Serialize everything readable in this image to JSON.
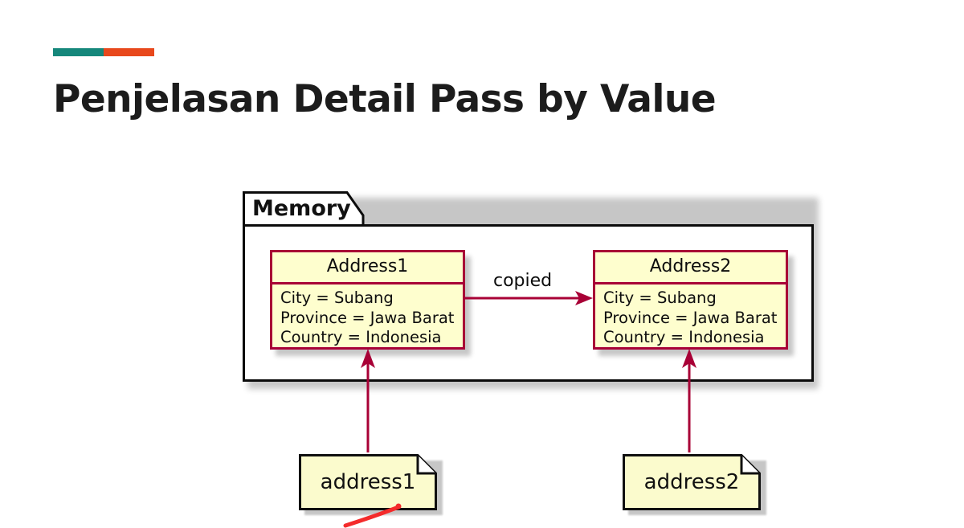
{
  "slide": {
    "title": "Penjelasan Detail Pass by Value",
    "accent_colors": {
      "left": "#15877B",
      "right": "#E8481C"
    },
    "background": "#FFFFFF"
  },
  "diagram": {
    "type": "uml-object-diagram",
    "package": {
      "name": "Memory",
      "border_color": "#0B0B0B",
      "fill": "#FFFFFF"
    },
    "objects": [
      {
        "id": "address1",
        "title": "Address1",
        "fill": "#FEFECE",
        "border_color": "#A80036",
        "attributes": [
          "City = Subang",
          "Province = Jawa Barat",
          "Country = Indonesia"
        ]
      },
      {
        "id": "address2",
        "title": "Address2",
        "fill": "#FEFECE",
        "border_color": "#A80036",
        "attributes": [
          "City = Subang",
          "Province = Jawa Barat",
          "Country = Indonesia"
        ]
      }
    ],
    "connectors": [
      {
        "id": "copy-arrow",
        "label": "copied",
        "from": "address1",
        "to": "address2",
        "color": "#A80036",
        "direction": "right"
      },
      {
        "id": "note1-arrow",
        "label": "",
        "from": "note-address1",
        "to": "address1",
        "color": "#A80036",
        "direction": "up"
      },
      {
        "id": "note2-arrow",
        "label": "",
        "from": "note-address2",
        "to": "address2",
        "color": "#A80036",
        "direction": "up"
      }
    ],
    "notes": [
      {
        "id": "note-address1",
        "text": "address1",
        "fill": "#FBFBCD",
        "border_color": "#101010"
      },
      {
        "id": "note-address2",
        "text": "address2",
        "fill": "#FBFBCD",
        "border_color": "#101010"
      }
    ],
    "annotations": [
      {
        "id": "red-pen-stroke",
        "color": "#F42B2B",
        "shape": "diagonal-line"
      }
    ]
  }
}
